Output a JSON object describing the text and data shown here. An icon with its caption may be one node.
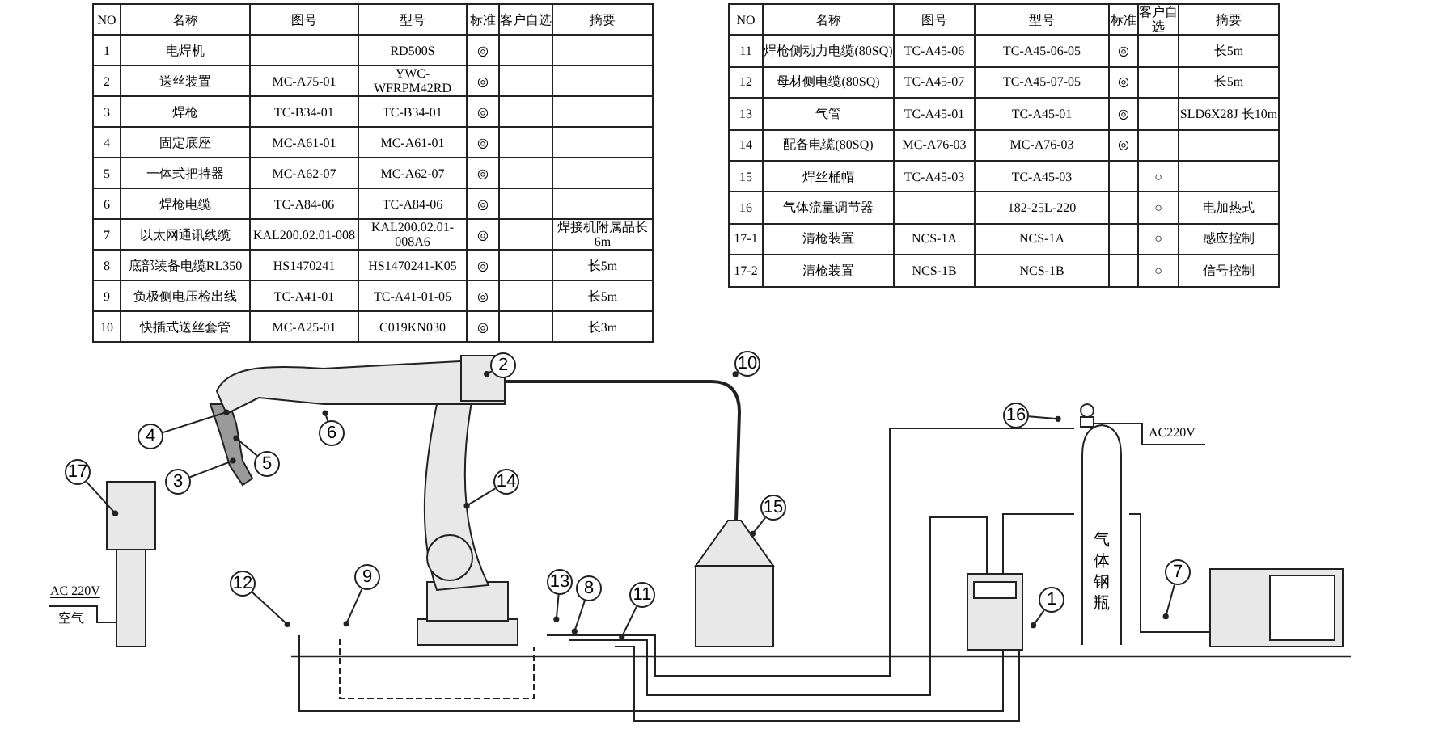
{
  "diagram": {
    "nodes": [
      {
        "text": [
          "2"
        ]
      },
      {
        "text": [
          "10"
        ]
      },
      {
        "text": [
          "6"
        ]
      },
      {
        "text": [
          "4"
        ]
      },
      {
        "text": [
          "5"
        ]
      },
      {
        "text": [
          "17"
        ]
      },
      {
        "text": [
          "3"
        ]
      },
      {
        "text": [
          "14"
        ]
      },
      {
        "text": [
          "15"
        ]
      },
      {
        "text": [
          "16"
        ]
      },
      {
        "text": [
          "9"
        ]
      },
      {
        "text": [
          "12"
        ]
      },
      {
        "text": [
          "13"
        ]
      },
      {
        "text": [
          "8"
        ]
      },
      {
        "text": [
          "11"
        ]
      },
      {
        "text": [
          "1"
        ]
      },
      {
        "text": [
          "7"
        ]
      },
      {
        "text": [
          "气体钢瓶"
        ]
      },
      {
        "text": [],
        "shape": "picture"
      }
    ],
    "edges": [
      {
        "from": 0,
        "to": null,
        "arrow": "other"
      },
      {
        "from": 1,
        "to": null,
        "arrow": "other"
      },
      {
        "from": 2,
        "to": null,
        "arrow": "other"
      },
      {
        "from": 3,
        "to": 18,
        "arrow": "other"
      },
      {
        "from": 4,
        "to": 18,
        "arrow": "other"
      },
      {
        "from": 5,
        "to": null,
        "arrow": "other"
      },
      {
        "from": 6,
        "to": 18,
        "arrow": "other"
      },
      {
        "from": 7,
        "to": null,
        "arrow": "other"
      },
      {
        "from": 8,
        "to": null,
        "arrow": "other"
      },
      {
        "from": 9,
        "to": null,
        "arrow": "other"
      },
      {
        "from": 10,
        "to": null,
        "arrow": "other"
      },
      {
        "from": 11,
        "to": null,
        "arrow": "other"
      },
      {
        "from": 12,
        "to": null,
        "arrow": "other"
      },
      {
        "from": 13,
        "to": null,
        "arrow": "other"
      },
      {
        "from": 14,
        "to": null,
        "arrow": "other"
      },
      {
        "from": 15,
        "to": null,
        "arrow": "other"
      },
      {
        "from": 16,
        "to": null,
        "arrow": "other"
      }
    ],
    "labels": [
      "NO",
      "名称",
      "图号",
      "型号",
      "标准",
      "客户自选",
      "摘要",
      "1",
      "电焊机",
      "RD500S",
      "◎",
      "2",
      "送丝装置",
      "MC-A75-01",
      "YWC-WFRPM42RD",
      "◎",
      "3",
      "焊枪",
      "TC-B34-01",
      "TC-B34-01",
      "◎",
      "4",
      "固定底座",
      "MC-A61-01",
      "MC-A61-01",
      "◎",
      "5",
      "一体式把持器",
      "MC-A62-07",
      "MC-A62-07",
      "◎",
      "6",
      "焊枪电缆",
      "TC-A84-06",
      "TC-A84-06",
      "◎",
      "7",
      "以太网通讯线缆",
      "KAL200.02.01-008",
      "KAL200.02.01-008A6",
      "◎",
      "焊接机附属品长6m",
      "8",
      "底部装备电缆RL350",
      "HS1470241",
      "HS1470241-K05",
      "◎",
      "长5m",
      "9",
      "负极侧电压检出线",
      "TC-A41-01",
      "TC-A41-01-05",
      "◎",
      "长5m",
      "10",
      "快插式送丝套管",
      "MC-A25-01",
      "C019KN030",
      "◎",
      "长3m",
      "NO",
      "名称",
      "图号",
      "型号",
      "标准",
      "客户自选",
      "摘要",
      "11",
      "焊枪侧动力电缆(80SQ)",
      "TC-A45-06",
      "TC-A45-06-05",
      "◎",
      "长5m",
      "12",
      "母材侧电缆(80SQ)",
      "TC-A45-07",
      "TC-A45-07-05",
      "◎",
      "长5m",
      "13",
      "气管",
      "TC-A45-01",
      "TC-A45-01",
      "◎",
      "SLD6X28J 长10m",
      "14",
      "配备电缆(80SQ)",
      "MC-A76-03",
      "MC-A76-03",
      "◎",
      "15",
      "焊丝桶帽",
      "TC-A45-03",
      "TC-A45-03",
      "○",
      "16",
      "气体流量调节器",
      "182-25L-220",
      "○",
      "电加热式",
      "17-1",
      "清枪装置",
      "NCS-1A",
      "NCS-1A",
      "○",
      "感应控制",
      "17-2",
      "清枪装置",
      "NCS-1B",
      "NCS-1B",
      "○",
      "信号控制",
      "AC 220V",
      "空气",
      "AC220V"
    ]
  }
}
